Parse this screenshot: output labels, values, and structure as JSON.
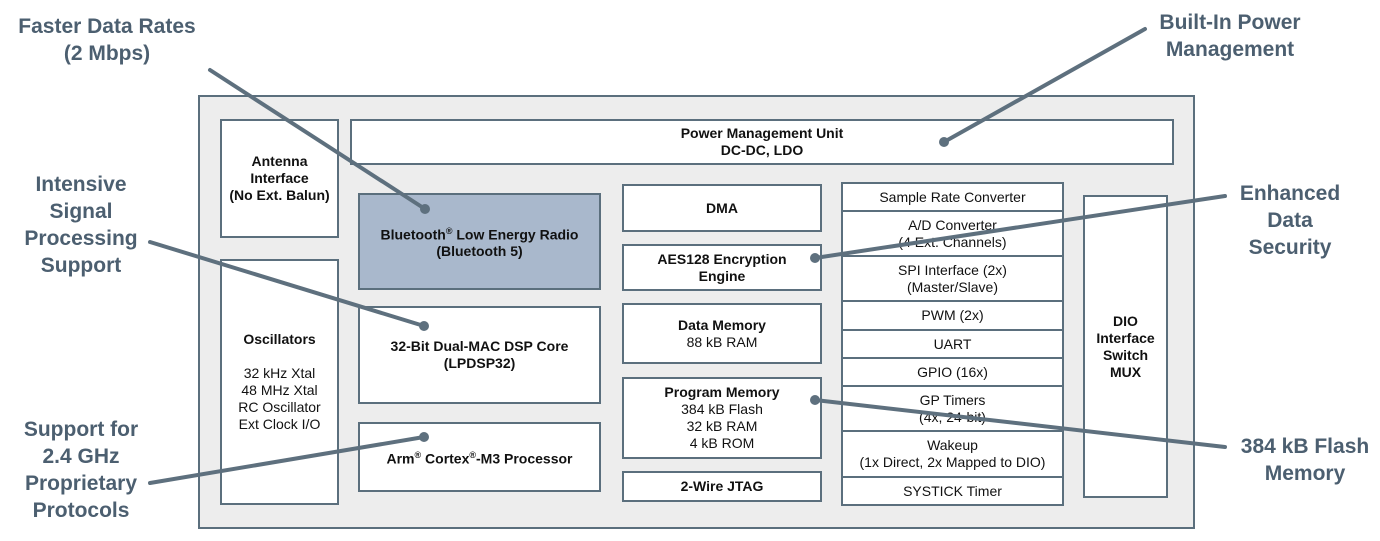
{
  "callouts": {
    "faster_data": [
      "Faster Data Rates",
      "(2 Mbps)"
    ],
    "power_mgmt": [
      "Built-In Power",
      "Management"
    ],
    "signal_processing": [
      "Intensive",
      "Signal",
      "Processing",
      "Support"
    ],
    "enhanced_security": [
      "Enhanced",
      "Data",
      "Security"
    ],
    "proprietary": [
      "Support for",
      "2.4 GHz",
      "Proprietary",
      "Protocols"
    ],
    "flash_memory": [
      "384 kB Flash",
      "Memory"
    ]
  },
  "blocks": {
    "antenna": [
      "Antenna",
      "Interface",
      "(No Ext. Balun)"
    ],
    "pmu": [
      "Power Management Unit",
      "DC-DC, LDO"
    ],
    "radio": {
      "line1_pre": "Bluetooth",
      "line1_sup": "®",
      "line1_post": " Low Energy Radio",
      "line2": "(Bluetooth 5)"
    },
    "dsp": [
      "32-Bit Dual-MAC DSP Core",
      "(LPDSP32)"
    ],
    "arm": {
      "pre": "Arm",
      "sup1": "®",
      "mid": " Cortex",
      "sup2": "®",
      "post": "-M3 Processor"
    },
    "oscillators": {
      "title": "Oscillators",
      "lines": [
        "32 kHz Xtal",
        "48 MHz Xtal",
        "RC Oscillator",
        "Ext Clock I/O"
      ]
    },
    "dma": "DMA",
    "aes": [
      "AES128 Encryption",
      "Engine"
    ],
    "data_memory": {
      "title": "Data Memory",
      "lines": [
        "88 kB RAM"
      ]
    },
    "program_memory": {
      "title": "Program Memory",
      "lines": [
        "384 kB Flash",
        "32 kB RAM",
        "4 kB ROM"
      ]
    },
    "jtag": "2-Wire JTAG",
    "dio": [
      "DIO",
      "Interface",
      "Switch",
      "MUX"
    ]
  },
  "peripherals": [
    [
      "Sample Rate Converter"
    ],
    [
      "A/D Converter",
      "(4 Ext. Channels)"
    ],
    [
      "SPI Interface (2x)",
      "(Master/Slave)"
    ],
    [
      "PWM (2x)"
    ],
    [
      "UART"
    ],
    [
      "GPIO (16x)"
    ],
    [
      "GP Timers",
      "(4x, 24-bit)"
    ],
    [
      "Wakeup",
      "(1x Direct, 2x Mapped to DIO)"
    ],
    [
      "SYSTICK Timer"
    ]
  ],
  "colors": {
    "border": "#5b6f7d",
    "chip_fill": "#ededed",
    "radio_fill": "#a9b8cc",
    "leader": "#5e707e",
    "callout_text": "#4c5f70"
  }
}
